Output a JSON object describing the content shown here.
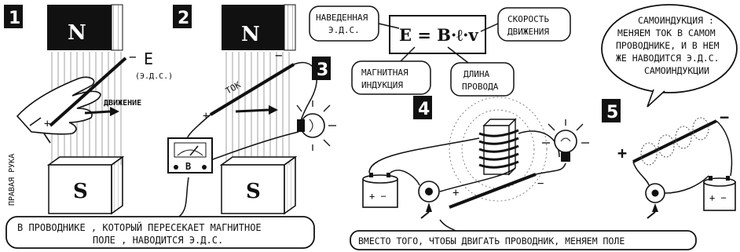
{
  "panels": [
    {
      "number": "1"
    },
    {
      "number": "2"
    },
    {
      "number": "3"
    },
    {
      "number": "4"
    },
    {
      "number": "5"
    }
  ],
  "poles": {
    "north": "N",
    "south": "S"
  },
  "panel1": {
    "emf_symbol": "E",
    "emf_abbr": "(Э.Д.С.)",
    "motion_label": "ДВИЖЕНИЕ",
    "hand_label": "ПРАВАЯ РУКА"
  },
  "panel2": {
    "current_label": "ТОК",
    "meter_letter": "В"
  },
  "caption_left": "В ПРОВОДНИКЕ , КОТОРЫЙ ПЕРЕСЕКАЕТ МАГНИТНОЕ ПОЛЕ , НАВОДИТСЯ Э.Д.С.",
  "caption_left_line1": "В ПРОВОДНИКЕ , КОТОРЫЙ ПЕРЕСЕКАЕТ МАГНИТНОЕ",
  "caption_left_line2": "ПОЛЕ , НАВОДИТСЯ Э.Д.С.",
  "formula": {
    "equation": "E = B·ℓ·v",
    "emf_line1": "НАВЕДЕННАЯ",
    "emf_line2": "Э.Д.С.",
    "speed_line1": "СКОРОСТЬ",
    "speed_line2": "ДВИЖЕНИЯ",
    "induction_line1": "МАГНИТНАЯ",
    "induction_line2": "ИНДУКЦИЯ",
    "length_line1": "ДЛИНА",
    "length_line2": "ПРОВОДА"
  },
  "caption_right": "ВМЕСТО ТОГО, ЧТОБЫ ДВИГАТЬ ПРОВОДНИК, МЕНЯЕМ ПОЛЕ",
  "self_induction": {
    "line1": "САМОИНДУКЦИЯ :",
    "line2": "МЕНЯЕМ ТОК В САМОМ",
    "line3": "ПРОВОДНИКЕ, И В НЕМ",
    "line4": "ЖЕ НАВОДИТСЯ Э.Д.С.",
    "line5": "САМОИНДУКЦИИ"
  },
  "signs": {
    "plus": "+",
    "minus": "−",
    "battery": "+ −"
  }
}
